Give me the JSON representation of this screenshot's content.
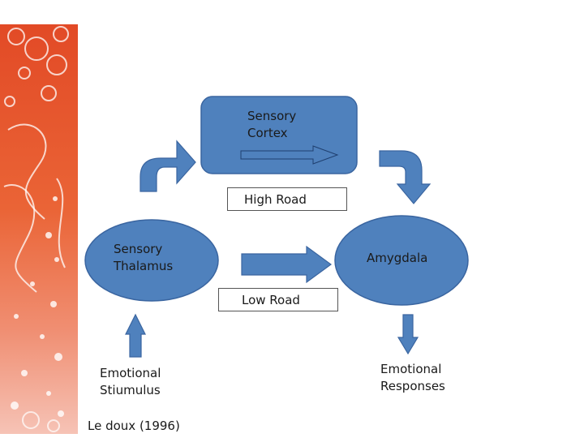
{
  "diagram": {
    "nodes": {
      "sensory_cortex": [
        "Sensory",
        "Cortex"
      ],
      "sensory_thalamus": [
        "Sensory",
        "Thalamus"
      ],
      "amygdala": "Amygdala",
      "emotional_stimulus": [
        "Emotional",
        "Stiumulus"
      ],
      "emotional_responses": [
        "Emotional",
        "Responses"
      ]
    },
    "roads": {
      "high": "High Road",
      "low": "Low Road"
    },
    "citation": "Le doux (1996)"
  },
  "colors": {
    "node_fill": "#4f81bd",
    "node_stroke": "#3a65a0",
    "decor_orange": "#e8562a",
    "decor_pink": "#f0a08c"
  }
}
